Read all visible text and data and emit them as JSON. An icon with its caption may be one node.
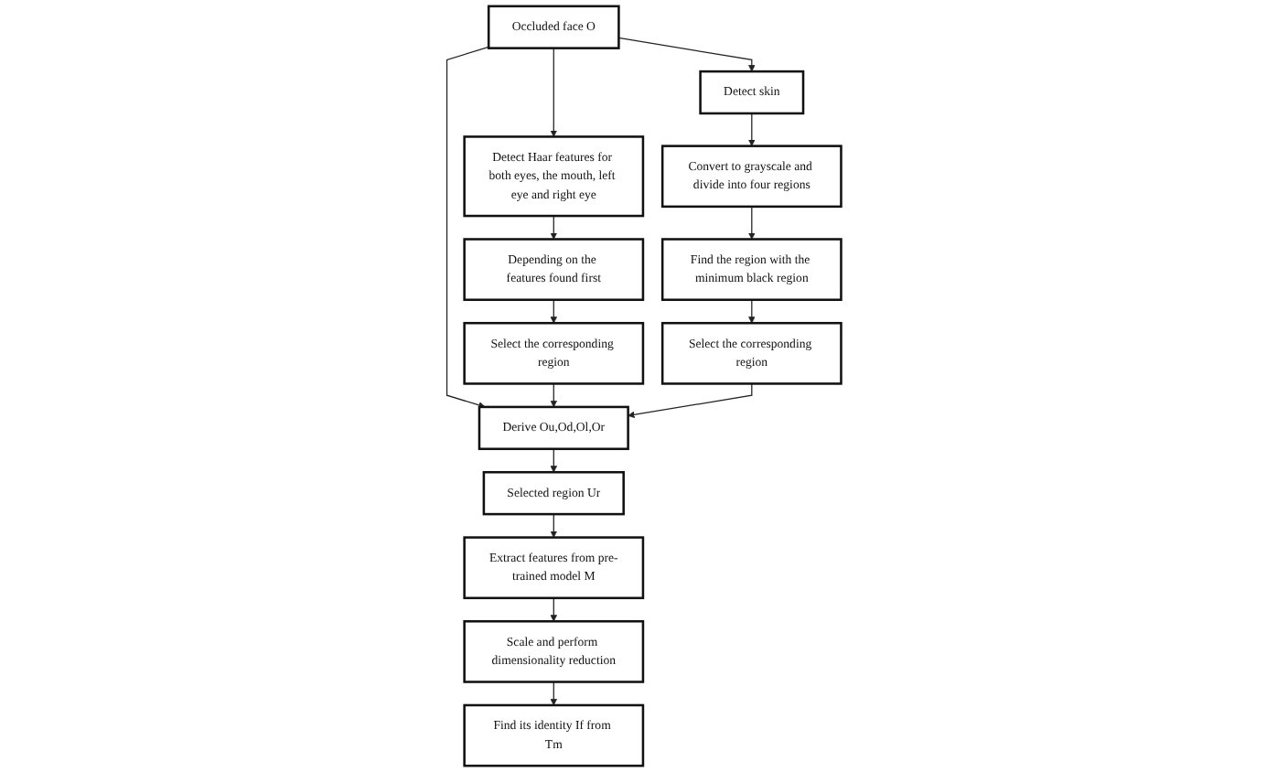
{
  "diagram": {
    "nodes": [
      {
        "text": [
          "Occluded face O"
        ]
      },
      {
        "text": [
          "Detect skin"
        ]
      },
      {
        "text": [
          "Convert to grayscale and divide into four regions"
        ]
      },
      {
        "text": [
          "Find the region with the minimum black region"
        ]
      },
      {
        "text": [
          "Detect Haar features for both eyes, the mouth, left eye and right eye"
        ]
      },
      {
        "text": [
          "Depending on the features found first"
        ]
      },
      {
        "text": [
          "Select the corresponding region"
        ]
      },
      {
        "text": [
          "Select the corresponding region"
        ]
      },
      {
        "text": [
          "Derive Ou,Od,Ol,Or"
        ]
      },
      {
        "text": [
          "Selected region Ur"
        ]
      },
      {
        "text": [
          "Extract features from pre-trained model M"
        ]
      },
      {
        "text": [
          "Scale and perform dimensionality reduction"
        ]
      },
      {
        "text": [
          "Find its identity If from Tm"
        ]
      }
    ],
    "edges": [
      {
        "from": 0,
        "to": 1,
        "arrow": "to"
      },
      {
        "from": 1,
        "to": 2,
        "arrow": "to"
      },
      {
        "from": 2,
        "to": 3,
        "arrow": "to"
      },
      {
        "from": 0,
        "to": 4,
        "arrow": "to"
      },
      {
        "from": 4,
        "to": 5,
        "arrow": "to"
      },
      {
        "from": 5,
        "to": 6,
        "arrow": "to"
      },
      {
        "from": 3,
        "to": 7,
        "arrow": "to"
      },
      {
        "from": 0,
        "to": 8,
        "arrow": "to"
      },
      {
        "from": 6,
        "to": 8,
        "arrow": "to"
      },
      {
        "from": 7,
        "to": 8,
        "arrow": "to"
      },
      {
        "from": 8,
        "to": 9,
        "arrow": "to"
      },
      {
        "from": 9,
        "to": 10,
        "arrow": "to"
      },
      {
        "from": 10,
        "to": 11,
        "arrow": "to"
      },
      {
        "from": 11,
        "to": 12,
        "arrow": "to"
      }
    ]
  }
}
